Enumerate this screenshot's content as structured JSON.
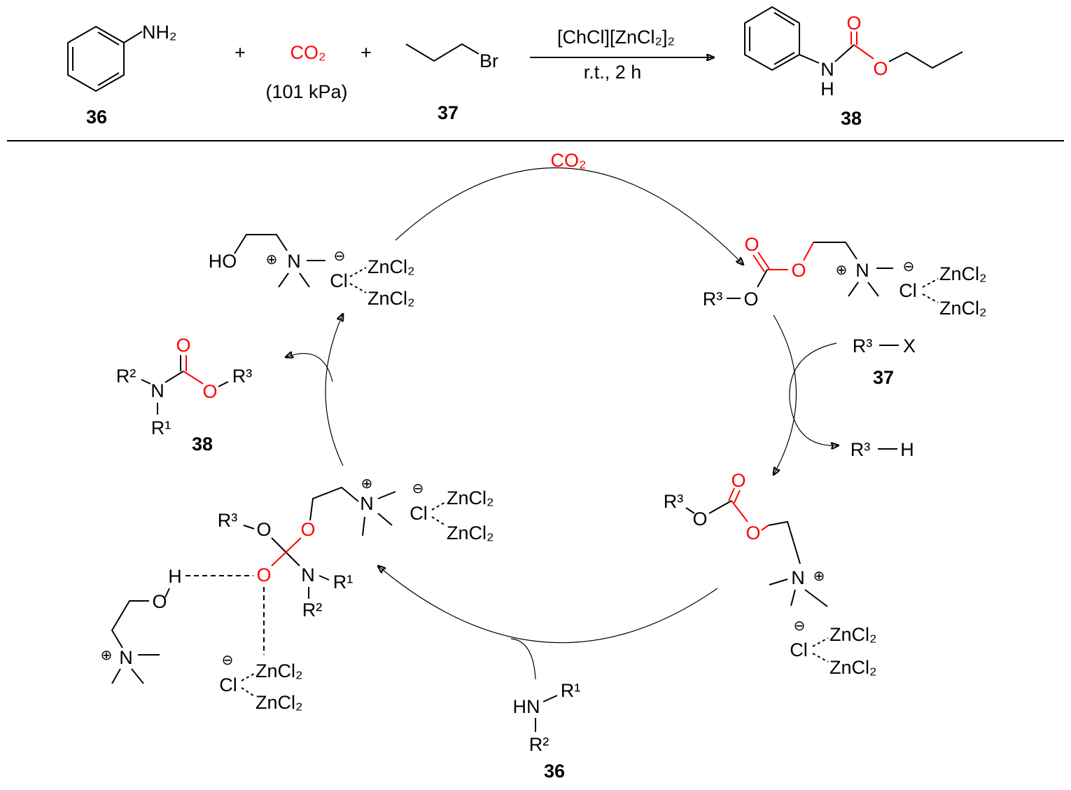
{
  "scheme": {
    "reactant_aniline": {
      "group": "NH₂",
      "label": "36"
    },
    "plus": "+",
    "co2": "CO₂",
    "pressure": "(101 kPa)",
    "reactant_bromide": {
      "group": "Br",
      "label": "37"
    },
    "catalyst": "[ChCl][ZnCl₂]₂",
    "conditions": "r.t., 2 h",
    "product": {
      "O": "O",
      "N": "N",
      "H": "H",
      "label": "38"
    }
  },
  "cycle": {
    "co2": "CO₂",
    "atoms": {
      "O": "O",
      "N": "N",
      "H": "H",
      "Cl": "Cl",
      "HO": "HO",
      "HN": "HN",
      "X": "X"
    },
    "zncl2": "ZnCl₂",
    "plus_charge": "⊕",
    "minus_charge": "⊖",
    "R1": "R¹",
    "R2": "R²",
    "R3": "R³",
    "label_36": "36",
    "label_37": "37",
    "label_38": "38"
  },
  "colors": {
    "highlight": "#ff0000",
    "ink": "#000000"
  }
}
